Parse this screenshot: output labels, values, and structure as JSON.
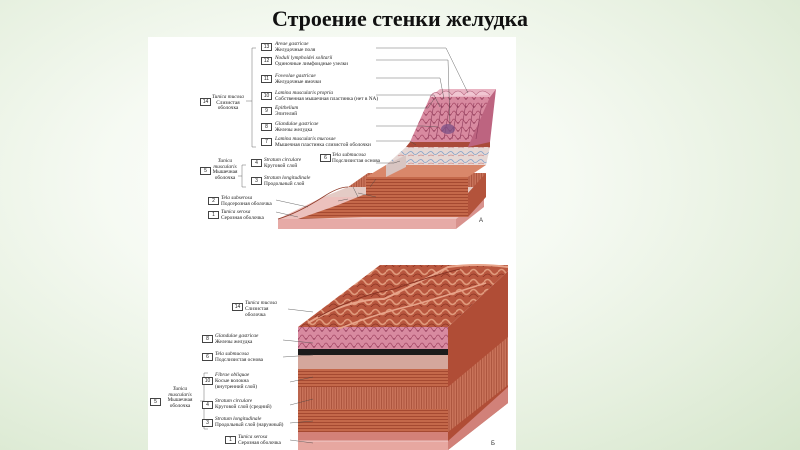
{
  "title": "Строение стенки желудка",
  "figure_a": {
    "letter": "А",
    "group_mucosa": {
      "num": "14",
      "latin": "Tunica mucosa",
      "ru1": "Слизистая",
      "ru2": "оболочка"
    },
    "group_muscularis": {
      "num": "5",
      "latin1": "Tunica",
      "latin2": "muscularis",
      "ru1": "Мышечная",
      "ru2": "оболочка"
    },
    "labels": [
      {
        "num": "13",
        "latin": "Areae gastricae",
        "ru": "Желудочные поля"
      },
      {
        "num": "12",
        "latin": "Noduli lymphoidei solitarii",
        "ru": "Одиночные лимфоидные узелки"
      },
      {
        "num": "11",
        "latin": "Foveolae gastricae",
        "ru": "Желудочные ямочки"
      },
      {
        "num": "10",
        "latin": "Lamina muscularis propria",
        "ru": "Собственная мышечная пластинка (нет в NA)"
      },
      {
        "num": "9",
        "latin": "Epithelium",
        "ru": "Эпителий"
      },
      {
        "num": "8",
        "latin": "Glandulae gastricae",
        "ru": "Железы желудка"
      },
      {
        "num": "7",
        "latin": "Lamina muscularis mucosae",
        "ru": "Мышечная пластинка слизистой оболочки"
      },
      {
        "num": "6",
        "latin": "Tela submucosa",
        "ru": "Подслизистая основа"
      },
      {
        "num": "4",
        "latin": "Stratum circulare",
        "ru": "Круговой слой"
      },
      {
        "num": "3",
        "latin": "Stratum longitudinale",
        "ru": "Продольный слой"
      },
      {
        "num": "2",
        "latin": "Tela subserosa",
        "ru": "Подсерозная оболочка"
      },
      {
        "num": "1",
        "latin": "Tunica serosa",
        "ru": "Серозная оболочка"
      }
    ]
  },
  "figure_b": {
    "letter": "Б",
    "group_muscularis": {
      "num": "5",
      "latin1": "Tunica",
      "latin2": "muscularis",
      "ru1": "Мышечная",
      "ru2": "оболочка"
    },
    "labels": [
      {
        "num": "14",
        "latin": "Tunica mucosa",
        "ru": "Слизистая",
        "ru2": "оболочка"
      },
      {
        "num": "8",
        "latin": "Glandulae gastricae",
        "ru": "Железы желудка"
      },
      {
        "num": "6",
        "latin": "Tela submucosa",
        "ru": "Подслизистая основа"
      },
      {
        "num": "10",
        "latin": "Fibrae obliquae",
        "ru": "Косые волокна",
        "ru2": "(внутренний слой)"
      },
      {
        "num": "4",
        "latin": "Stratum circulare",
        "ru": "Круговой слой (средний)"
      },
      {
        "num": "3",
        "latin": "Stratum longitudinale",
        "ru": "Продольный слой (наружный)"
      },
      {
        "num": "1",
        "latin": "Tunica serosa",
        "ru": "Серозная оболочка"
      }
    ]
  },
  "colors": {
    "mucosa": "#c9708a",
    "muscle": "#b5553c",
    "muscle_light": "#d98b6b",
    "submucosa": "#e8d6d0",
    "serosa": "#e9a7a0",
    "tissue_blue": "#9fb9d6"
  }
}
